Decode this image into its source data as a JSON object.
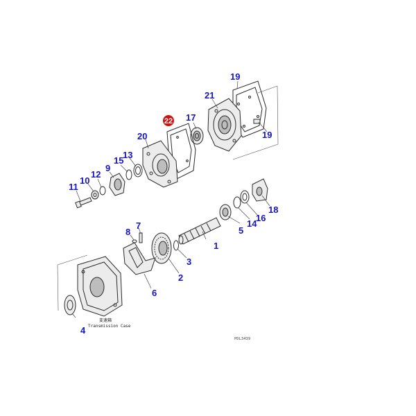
{
  "diagram": {
    "callouts": [
      {
        "id": "1",
        "label": "1"
      },
      {
        "id": "2",
        "label": "2"
      },
      {
        "id": "3",
        "label": "3"
      },
      {
        "id": "4",
        "label": "4"
      },
      {
        "id": "5",
        "label": "5"
      },
      {
        "id": "6",
        "label": "6"
      },
      {
        "id": "7",
        "label": "7"
      },
      {
        "id": "8",
        "label": "8"
      },
      {
        "id": "9",
        "label": "9"
      },
      {
        "id": "10",
        "label": "10"
      },
      {
        "id": "11",
        "label": "11"
      },
      {
        "id": "12",
        "label": "12"
      },
      {
        "id": "13",
        "label": "13"
      },
      {
        "id": "14",
        "label": "14"
      },
      {
        "id": "15",
        "label": "15"
      },
      {
        "id": "16",
        "label": "16"
      },
      {
        "id": "17",
        "label": "17"
      },
      {
        "id": "18",
        "label": "18"
      },
      {
        "id": "19a",
        "label": "19"
      },
      {
        "id": "19b",
        "label": "19"
      },
      {
        "id": "20",
        "label": "20"
      },
      {
        "id": "21",
        "label": "21"
      },
      {
        "id": "22",
        "label": "22"
      }
    ],
    "highlighted": "22",
    "case_caption_jp": "変速箱",
    "case_caption": "Transmission Case",
    "drawing_ref": "PDL3439",
    "colors": {
      "callout": "#1414c8",
      "highlight": "#cc1111",
      "line": "#2a2a2a"
    }
  }
}
